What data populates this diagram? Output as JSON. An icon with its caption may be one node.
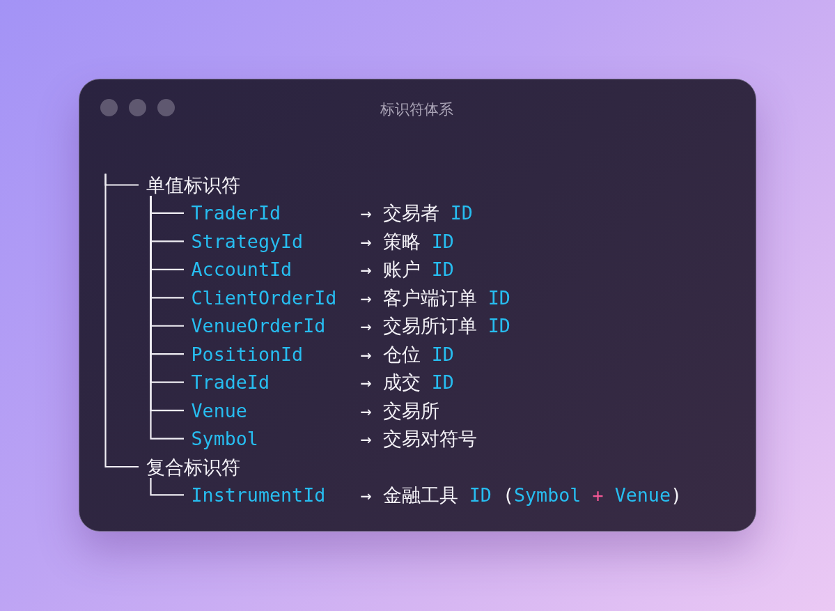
{
  "diagram": {
    "title": "标识符体系",
    "nodes": [
      {
        "text": [
          "单值标识符"
        ]
      },
      {
        "text": [
          "TraderId"
        ]
      },
      {
        "text": [
          "StrategyId"
        ]
      },
      {
        "text": [
          "AccountId"
        ]
      },
      {
        "text": [
          "ClientOrderId"
        ]
      },
      {
        "text": [
          "VenueOrderId"
        ]
      },
      {
        "text": [
          "PositionId"
        ]
      },
      {
        "text": [
          "TradeId"
        ]
      },
      {
        "text": [
          "Venue"
        ]
      },
      {
        "text": [
          "Symbol"
        ]
      },
      {
        "text": [
          "复合标识符"
        ]
      },
      {
        "text": [
          "InstrumentId"
        ]
      }
    ],
    "edges": [
      {
        "from": null,
        "to": 0,
        "arrow": "none"
      },
      {
        "from": null,
        "to": 10,
        "arrow": "none"
      },
      {
        "from": 0,
        "to": 1,
        "arrow": "none"
      },
      {
        "from": 0,
        "to": 2,
        "arrow": "none"
      },
      {
        "from": 0,
        "to": 3,
        "arrow": "none"
      },
      {
        "from": 0,
        "to": 4,
        "arrow": "none"
      },
      {
        "from": 0,
        "to": 5,
        "arrow": "none"
      },
      {
        "from": 0,
        "to": 6,
        "arrow": "none"
      },
      {
        "from": 0,
        "to": 7,
        "arrow": "none"
      },
      {
        "from": 0,
        "to": 8,
        "arrow": "none"
      },
      {
        "from": 0,
        "to": 9,
        "arrow": "none"
      },
      {
        "from": 10,
        "to": 11,
        "arrow": "none"
      }
    ],
    "labels": [
      "→ 交易者 ID",
      "→ 策略 ID",
      "→ 账户 ID",
      "→ 客户端订单 ID",
      "→ 交易所订单 ID",
      "→ 仓位 ID",
      "→ 成交 ID",
      "→ 交易所",
      "→ 交易对符号",
      "→ 金融工具 ID (Symbol + Venue)"
    ]
  }
}
